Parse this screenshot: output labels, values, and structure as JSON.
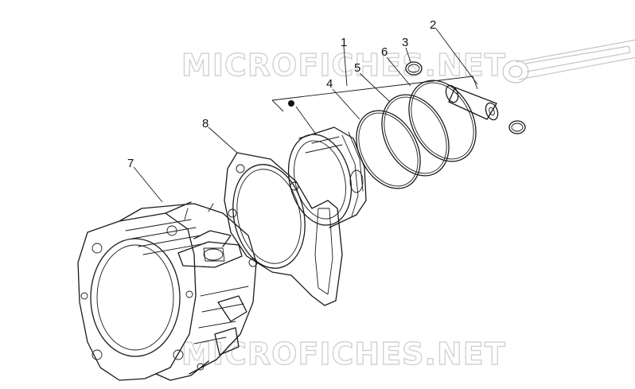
{
  "watermarks": {
    "top": "MICROFICHES.NET",
    "bottom": "MICROFICHES.NET"
  },
  "callouts": [
    {
      "id": "1",
      "label": "1"
    },
    {
      "id": "2",
      "label": "2"
    },
    {
      "id": "3",
      "label": "3"
    },
    {
      "id": "4",
      "label": "4"
    },
    {
      "id": "5",
      "label": "5"
    },
    {
      "id": "6",
      "label": "6"
    },
    {
      "id": "7",
      "label": "7"
    },
    {
      "id": "8",
      "label": "8"
    }
  ]
}
